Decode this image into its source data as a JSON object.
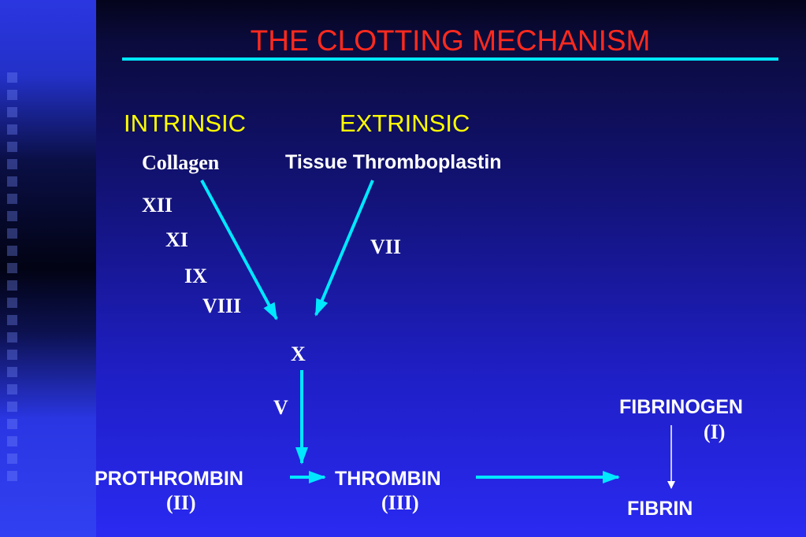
{
  "title": "THE CLOTTING MECHANISM",
  "pathways": {
    "intrinsic": {
      "heading": "INTRINSIC",
      "trigger": "Collagen",
      "factors": [
        "XII",
        "XI",
        "IX",
        "VIII"
      ]
    },
    "extrinsic": {
      "heading": "EXTRINSIC",
      "trigger": "Tissue Thromboplastin",
      "factor": "VII"
    }
  },
  "common": {
    "factor_x": "X",
    "factor_v": "V",
    "prothrombin": "PROTHROMBIN",
    "prothrombin_numeral": "(II)",
    "thrombin": "THROMBIN",
    "thrombin_numeral": "(III)",
    "fibrinogen": "FIBRINOGEN",
    "fibrinogen_numeral": "(I)",
    "fibrin": "FIBRIN"
  },
  "colors": {
    "title": "#ff2a1e",
    "headings": "#ffff00",
    "arrows": "#00e8ff",
    "text": "#ffffff",
    "background": "#1f1fc6"
  }
}
